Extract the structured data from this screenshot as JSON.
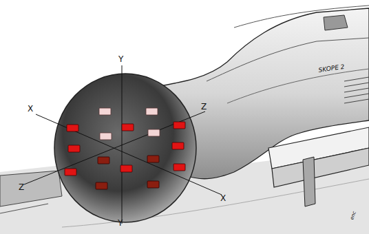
{
  "diagram": {
    "labels": [
      "Y",
      "X",
      "Z",
      "Z",
      "X",
      "Y",
      "SKOPE 2",
      "enc"
    ]
  }
}
